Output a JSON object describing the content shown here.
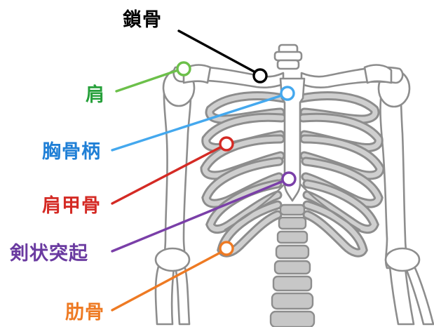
{
  "labels": {
    "clavicle": {
      "text": "鎖骨",
      "color": "#000000"
    },
    "shoulder": {
      "text": "肩",
      "color": "#26a03a"
    },
    "manubrium": {
      "text": "胸骨柄",
      "color": "#1f7fd6"
    },
    "scapula": {
      "text": "肩甲骨",
      "color": "#d42a24"
    },
    "xiphoid": {
      "text": "剣状突起",
      "color": "#6a3aa0"
    },
    "rib": {
      "text": "肋骨",
      "color": "#ee7a23"
    }
  },
  "marker_colors": {
    "clavicle": "#000000",
    "shoulder": "#6cc04a",
    "manubrium": "#44a8ee",
    "scapula": "#d42a24",
    "xiphoid": "#7a3fa8",
    "rib": "#ee7a23"
  }
}
